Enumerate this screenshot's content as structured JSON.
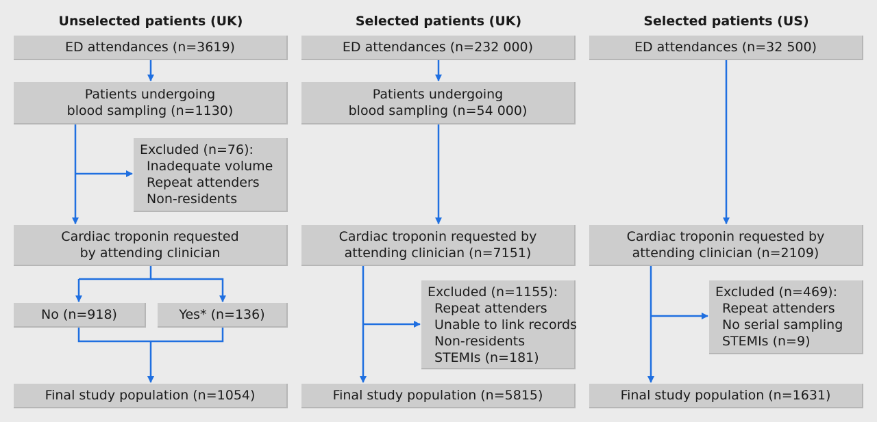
{
  "columns": [
    {
      "title": "Unselected patients (UK)",
      "ed": "ED attendances (n=3619)",
      "blood": [
        "Patients undergoing",
        "blood sampling (n=1130)"
      ],
      "excluded": {
        "head": "Excluded (n=76):",
        "items": [
          "Inadequate volume",
          "Repeat attenders",
          "Non-residents"
        ]
      },
      "troponin": [
        "Cardiac troponin requested",
        "by attending clinician"
      ],
      "no": "No (n=918)",
      "yes": "Yes* (n=136)",
      "final": "Final study population (n=1054)"
    },
    {
      "title": "Selected patients (UK)",
      "ed": "ED attendances (n=232 000)",
      "blood": [
        "Patients undergoing",
        "blood sampling (n=54 000)"
      ],
      "troponin": [
        "Cardiac troponin requested by",
        "attending clinician (n=7151)"
      ],
      "excluded": {
        "head": "Excluded (n=1155):",
        "items": [
          "Repeat attenders",
          "Unable to link records",
          "Non-residents",
          "STEMIs (n=181)"
        ]
      },
      "final": "Final study population (n=5815)"
    },
    {
      "title": "Selected patients (US)",
      "ed": "ED attendances (n=32 500)",
      "troponin": [
        "Cardiac troponin requested by",
        "attending clinician (n=2109)"
      ],
      "excluded": {
        "head": "Excluded (n=469):",
        "items": [
          "Repeat attenders",
          "No serial sampling",
          "STEMIs (n=9)"
        ]
      },
      "final": "Final study population (n=1631)"
    }
  ],
  "colors": {
    "arrow": "#1f6fe0",
    "box": "#cdcdcd",
    "background": "#ebebeb"
  }
}
